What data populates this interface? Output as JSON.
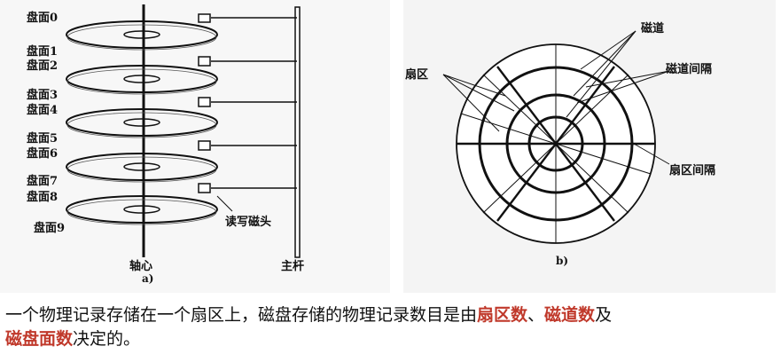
{
  "figure_a": {
    "platter_labels": [
      "盘面9",
      "盘面8",
      "盘面7",
      "盘面6",
      "盘面5",
      "盘面4",
      "盘面3",
      "盘面2",
      "盘面1",
      "盘面0"
    ],
    "head_label": "读写磁头",
    "axis_label": "轴心",
    "rod_label": "主杆",
    "sub_caption": "a)"
  },
  "figure_b": {
    "track_label": "磁道",
    "track_gap_label": "磁道间隔",
    "sector_label": "扇区",
    "sector_gap_label": "扇区间隔",
    "sub_caption": "b)"
  },
  "caption": {
    "part1": "一个物理记录存储在一个扇区上，磁盘存储的物理记录数目是由",
    "hl1": "扇区数",
    "sep1": "、",
    "hl2": "磁道数",
    "part2": "及",
    "hl3": "磁盘面数",
    "part3": "决定的。",
    "highlight_color": "#c0392b"
  }
}
